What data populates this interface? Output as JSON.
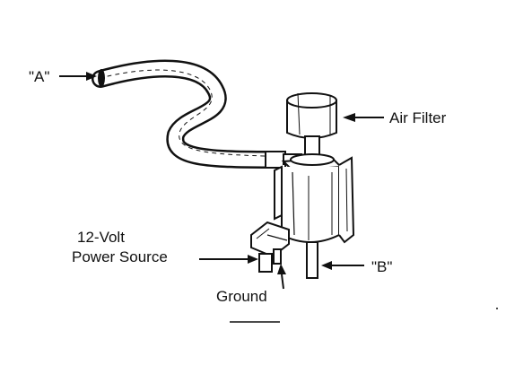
{
  "labels": {
    "port_a": "\"A\"",
    "air_filter": "Air Filter",
    "power_line1": "12-Volt",
    "power_line2": "Power Source",
    "ground": "Ground",
    "port_b": "\"B\""
  },
  "colors": {
    "ink": "#111111",
    "paper": "#ffffff"
  }
}
